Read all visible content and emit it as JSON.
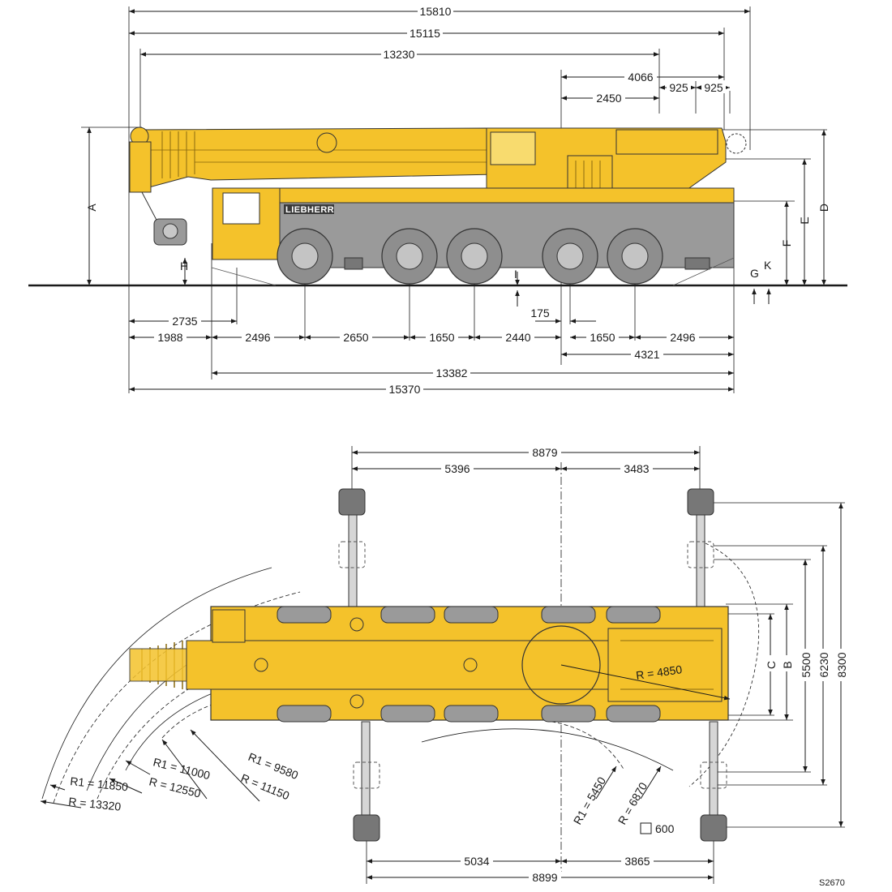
{
  "side_view": {
    "top_dims": [
      "15810",
      "15115",
      "13230",
      "4066",
      "925",
      "925",
      "2450"
    ],
    "bottom_dims": [
      "2735",
      "1988",
      "2496",
      "2650",
      "1650",
      "2440",
      "175",
      "1650",
      "2496",
      "4321",
      "13382",
      "15370"
    ],
    "letters": {
      "A": "A",
      "D": "D",
      "E": "E",
      "F": "F",
      "G": "G",
      "H": "H",
      "I": "I",
      "K": "K"
    },
    "brand": "LIEBHERR"
  },
  "top_view": {
    "top_dims": [
      "8879",
      "5396",
      "3483"
    ],
    "bottom_dims": [
      "5034",
      "3865",
      "8899"
    ],
    "right_dims": [
      "C",
      "B",
      "5500",
      "6230",
      "8300"
    ],
    "radius_labels": [
      "R = 4850",
      "R1 = 5450",
      "R = 6870",
      "R1 = 9580",
      "R = 11150",
      "R1 = 11000",
      "R = 12550",
      "R1 = 11850",
      "R = 13320"
    ],
    "pad_label": "600"
  },
  "figure_code": "S2670",
  "colors": {
    "body": "#f4c22b",
    "body_dark": "#e0a81c",
    "grey": "#8e8e8e",
    "tire": "#9a9a9a",
    "line": "#1a1a1a"
  }
}
